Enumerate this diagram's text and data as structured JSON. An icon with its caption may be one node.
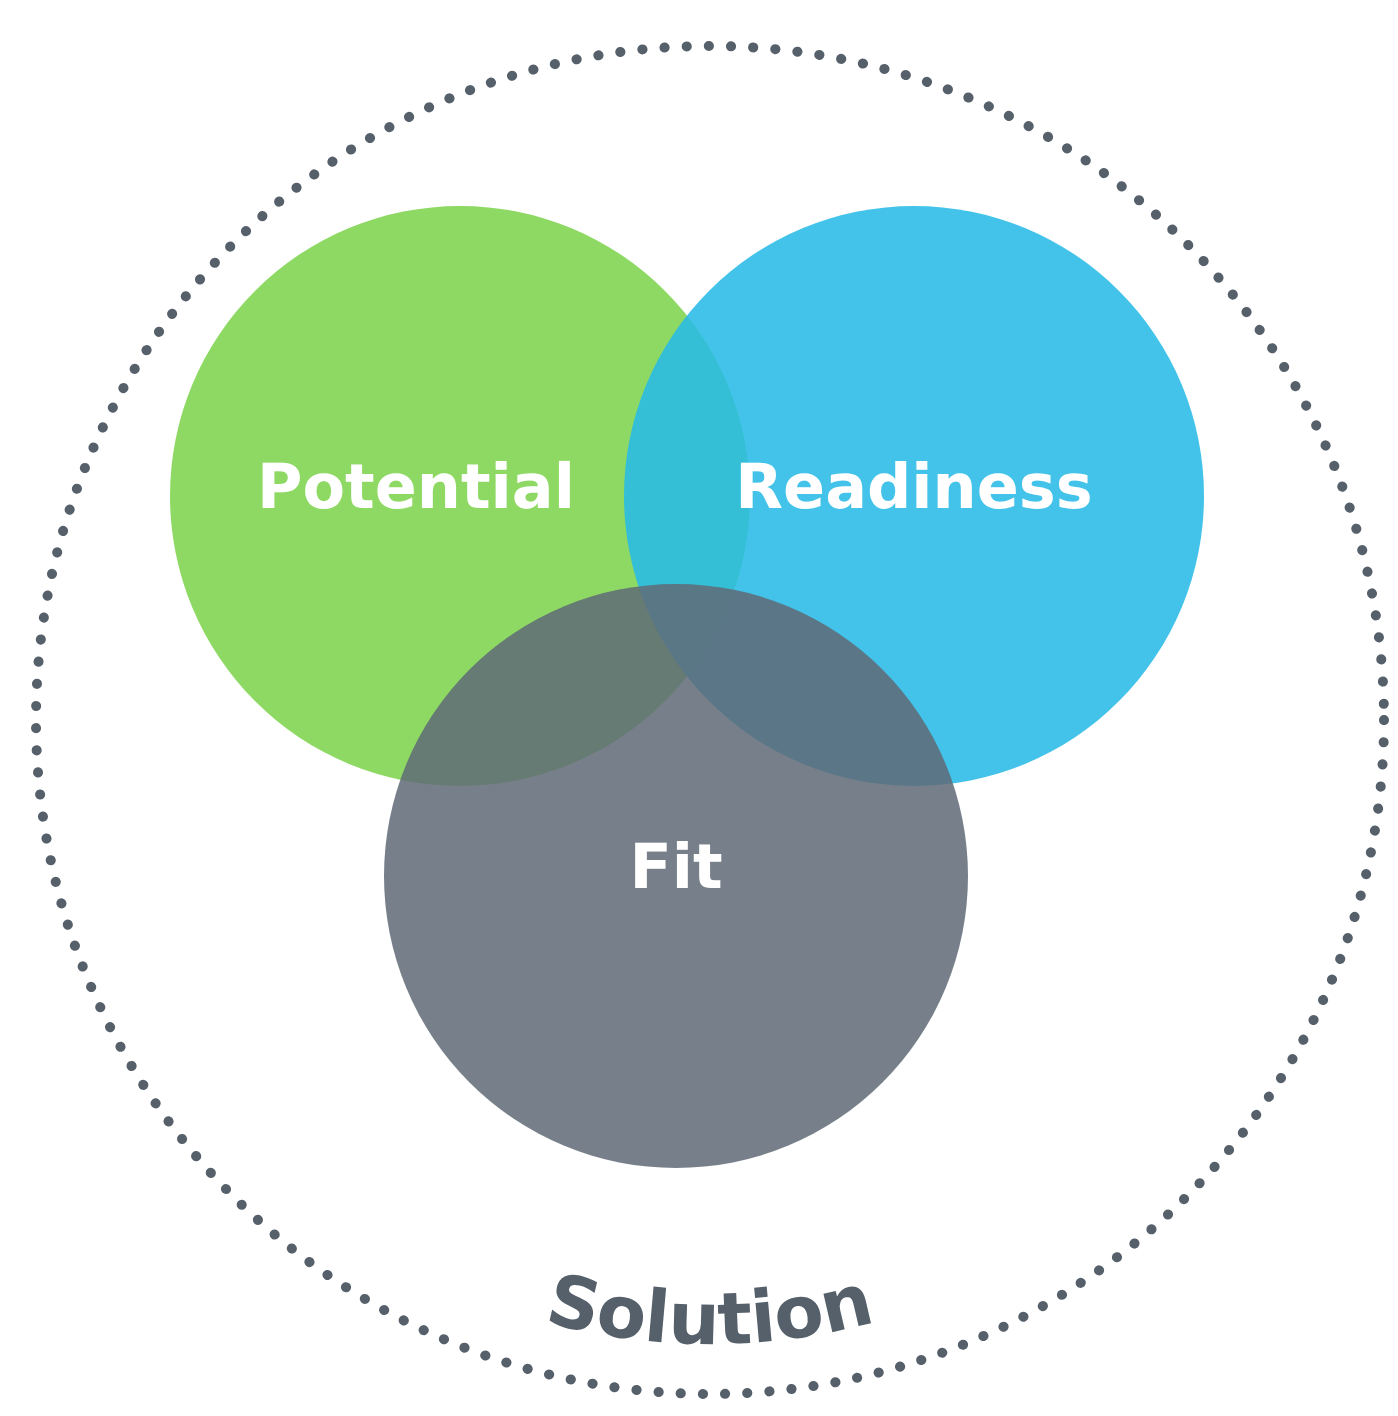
{
  "diagram": {
    "nodes": [
      {
        "text": [
          "Solution"
        ]
      },
      {
        "text": [
          "Potential"
        ],
        "in": 0
      },
      {
        "text": [
          "Readiness"
        ],
        "in": 0
      },
      {
        "text": [
          "Fit"
        ],
        "in": 0
      }
    ],
    "edges": []
  }
}
